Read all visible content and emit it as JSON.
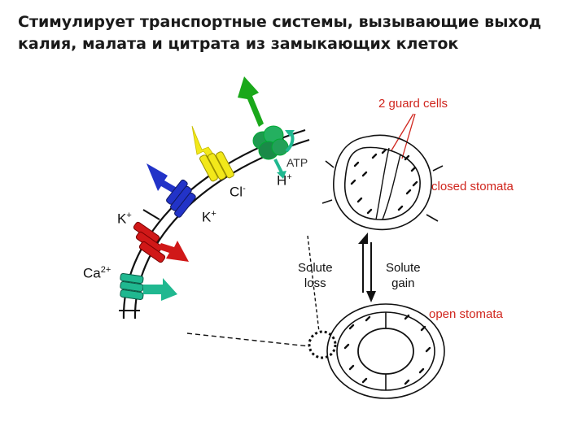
{
  "title": "Стимулирует транспортные системы, вызывающие выход калия, малата и цитрата из замыкающих клеток",
  "labels": {
    "guard_cells": "2 guard cells",
    "closed_stomata": "closed stomata",
    "open_stomata": "open stomata",
    "solute_loss": [
      "Solute",
      "loss"
    ],
    "solute_gain": [
      "Solute",
      "gain"
    ],
    "atp": "ATP",
    "h_plus": {
      "base": "H",
      "sup": "+"
    },
    "cl_minus": {
      "base": "Cl",
      "sup": "-"
    },
    "k_plus_left": {
      "base": "K",
      "sup": "+"
    },
    "k_plus_right": {
      "base": "K",
      "sup": "+"
    },
    "ca_2plus": {
      "base": "Ca",
      "sup": "2+"
    }
  },
  "colors": {
    "green": "#1aa81a",
    "yellow": "#f2e81a",
    "blue": "#2233c8",
    "red": "#d01818",
    "teal": "#20b890",
    "label_red": "#d0261e"
  }
}
